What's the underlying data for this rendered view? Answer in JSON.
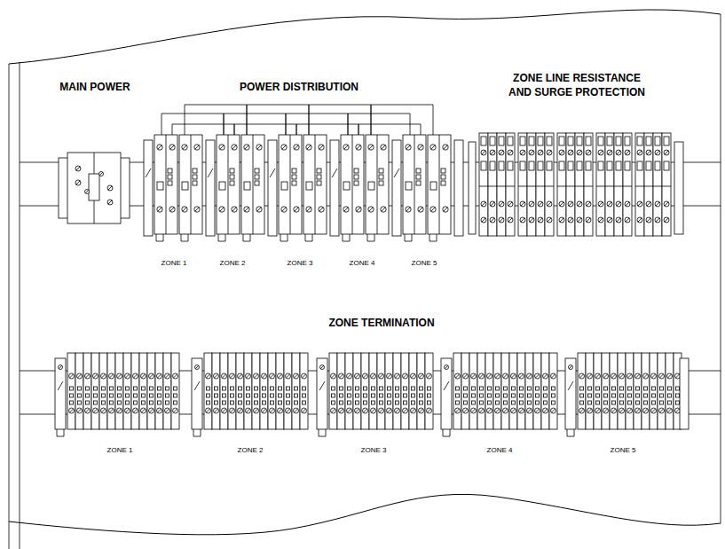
{
  "diagram": {
    "labels": [
      "MAIN POWER",
      "POWER DISTRIBUTION",
      "ZONE LINE RESISTANCE AND SURGE PROTECTION",
      "ZONE 1",
      "ZONE 2",
      "ZONE 3",
      "ZONE 4",
      "ZONE 5",
      "ZONE TERMINATION",
      "ZONE 1",
      "ZONE 2",
      "ZONE 3",
      "ZONE 4",
      "ZONE 5"
    ]
  }
}
